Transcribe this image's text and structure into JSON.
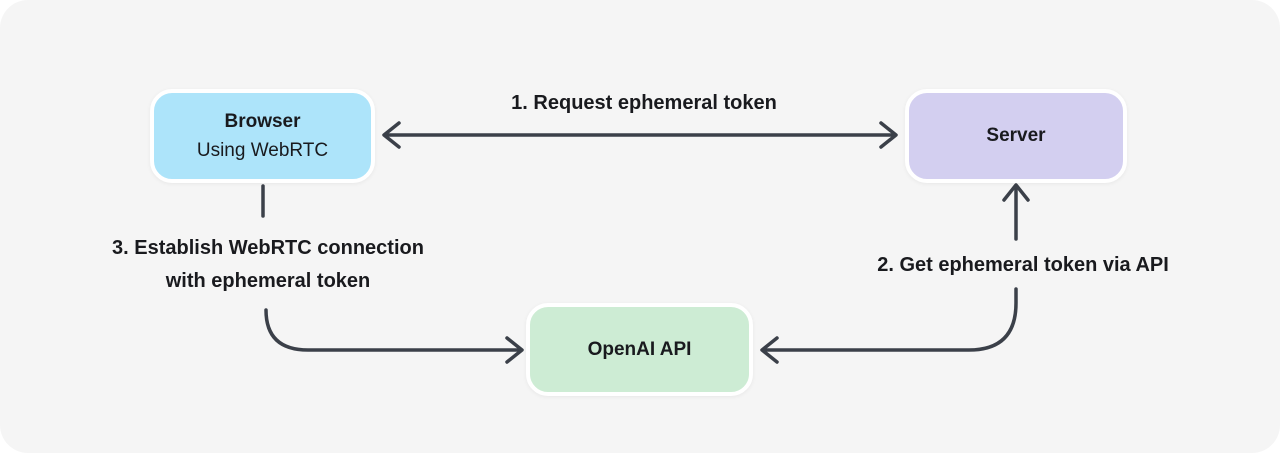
{
  "diagram": {
    "nodes": {
      "browser": {
        "title": "Browser",
        "subtitle": "Using WebRTC"
      },
      "server": {
        "title": "Server"
      },
      "openai": {
        "title": "OpenAI API"
      }
    },
    "labels": {
      "step1": "1. Request ephemeral token",
      "step2": "2. Get ephemeral token via API",
      "step3_line1": "3. Establish WebRTC connection",
      "step3_line2": "with ephemeral token"
    },
    "colors": {
      "page_bg": "#FFFFFF",
      "canvas_bg": "#F5F5F5",
      "browser_box": "#ADE4FA",
      "server_box": "#D3CFF0",
      "openai_box": "#CDECD4",
      "arrow": "#3B4049",
      "text": "#191A1E"
    }
  }
}
